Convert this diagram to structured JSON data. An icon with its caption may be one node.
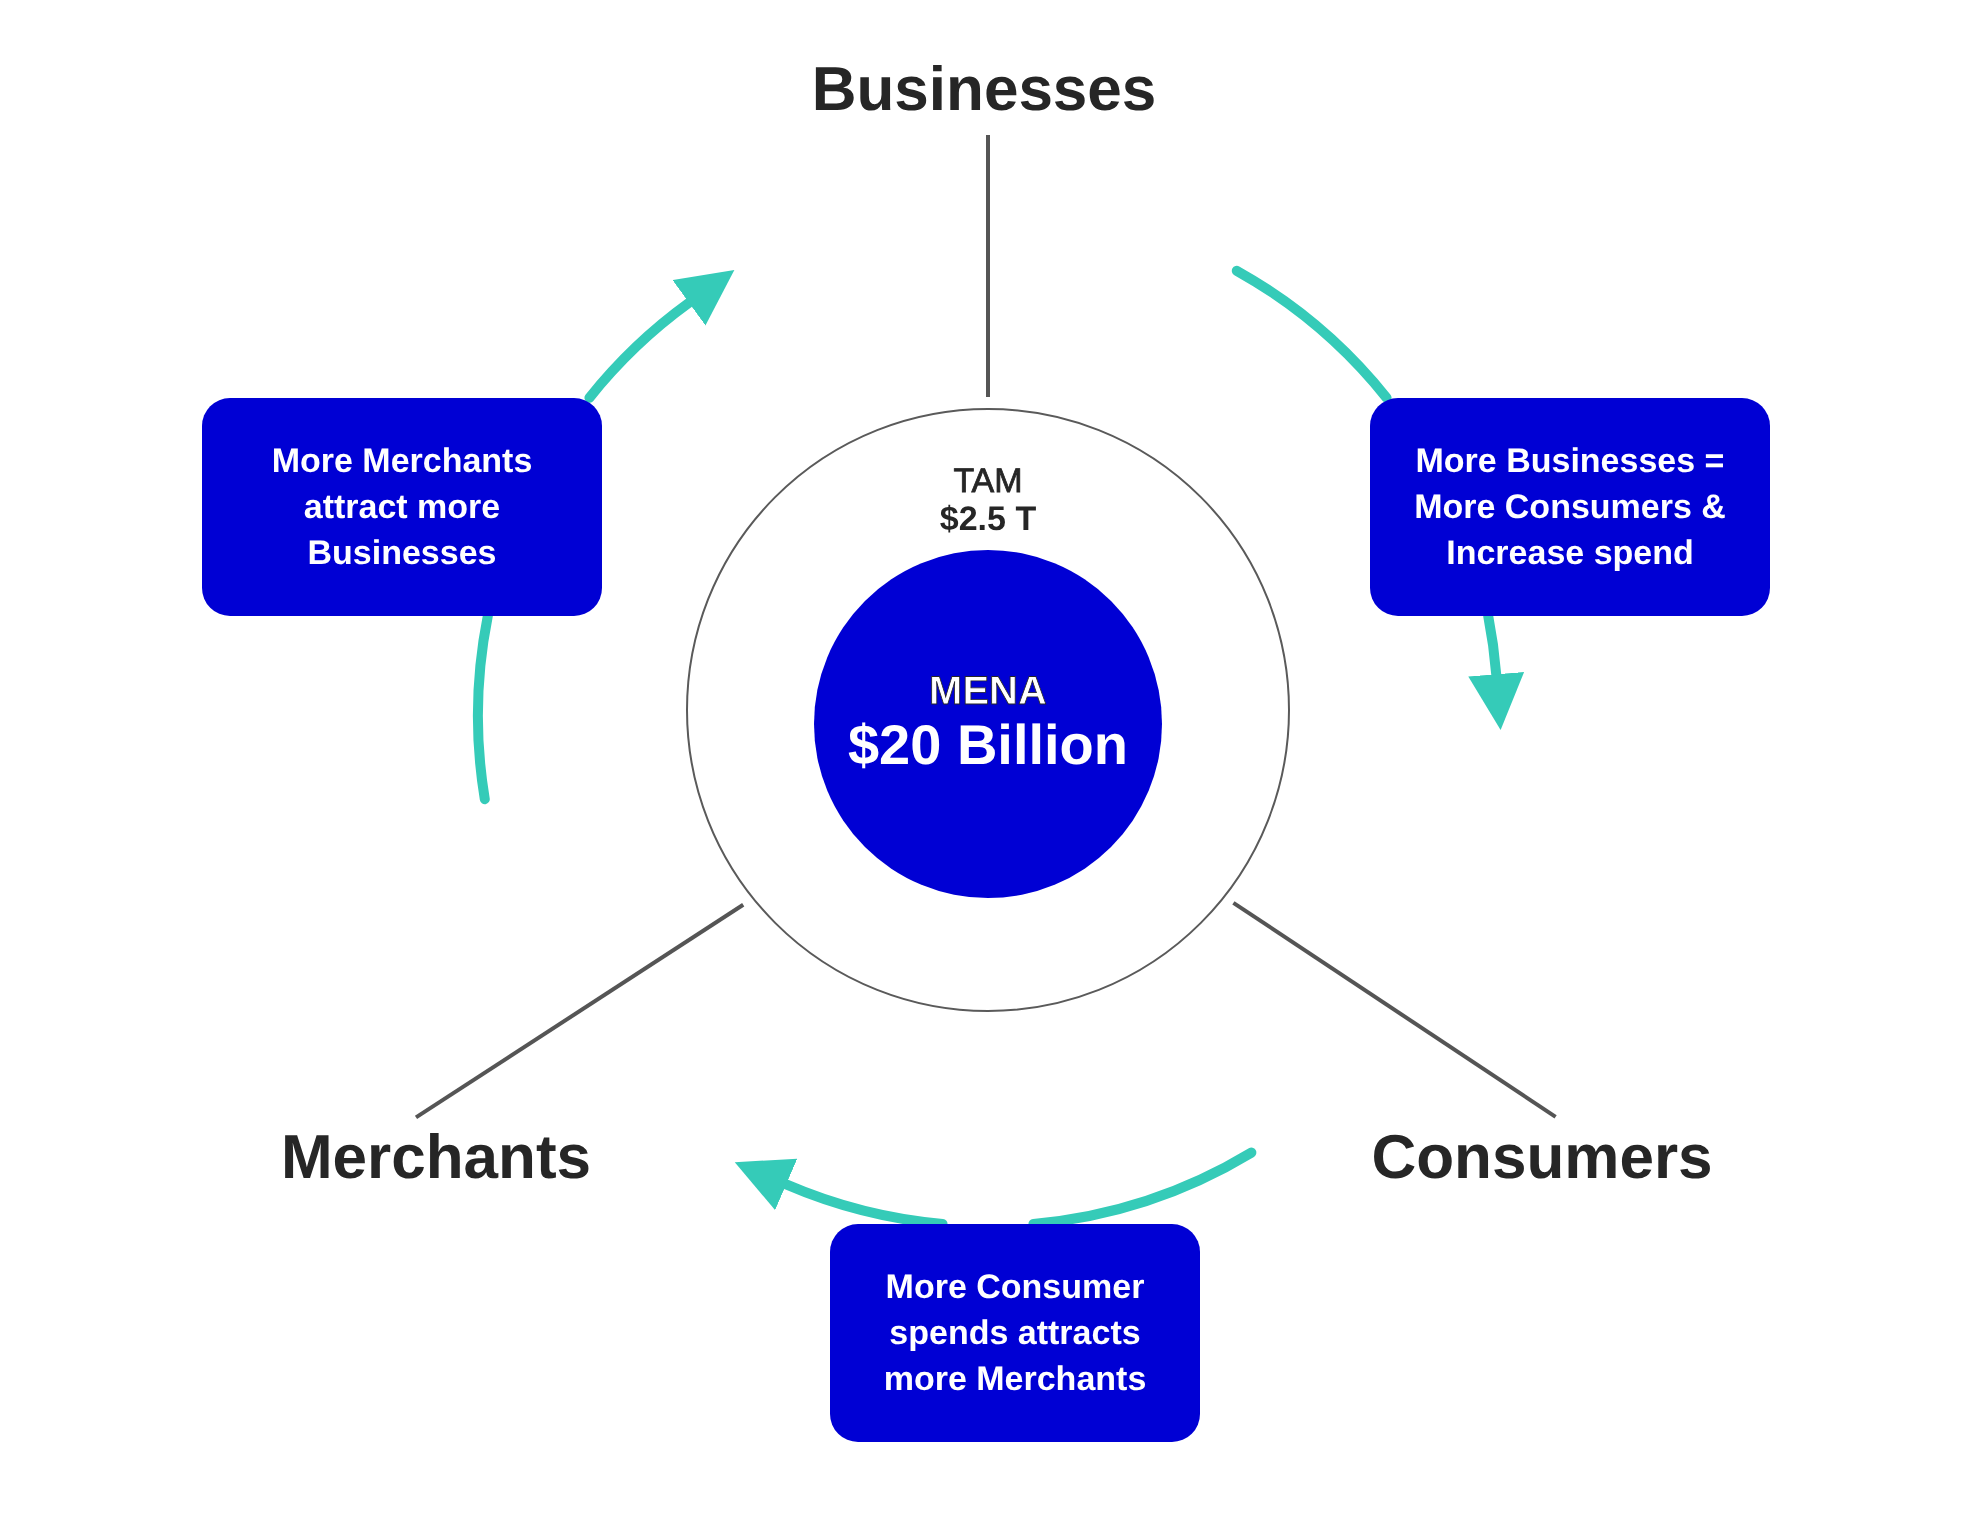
{
  "diagram": {
    "nodes": [
      {
        "text": [
          "Businesses"
        ]
      },
      {
        "text": [
          "More Merchants attract more Businesses"
        ]
      },
      {
        "text": [
          "More Businesses = More Consumers & Increase spend"
        ]
      },
      {
        "text": [
          "TAM",
          "$2.5 T"
        ]
      },
      {
        "text": [
          "MENA",
          "$20 Billion"
        ],
        "in": 3
      },
      {
        "text": [
          "Merchants"
        ]
      },
      {
        "text": [
          "Consumers"
        ]
      },
      {
        "text": [
          "More Consumer spends attracts more Merchants"
        ]
      }
    ],
    "edges": [
      {
        "from": 3,
        "to": 0,
        "arrow": "none",
        "color": "#555555"
      },
      {
        "from": null,
        "to": 2,
        "arrow": "none"
      },
      {
        "from": 2,
        "to": null,
        "arrow": "to"
      },
      {
        "from": null,
        "to": 1,
        "arrow": "none"
      },
      {
        "from": 1,
        "to": null,
        "arrow": "to"
      },
      {
        "from": 3,
        "to": 5,
        "arrow": "none",
        "color": "#555555"
      },
      {
        "from": 3,
        "to": 6,
        "arrow": "none",
        "color": "#555555"
      },
      {
        "from": null,
        "to": 7,
        "arrow": "none"
      },
      {
        "from": 7,
        "to": null,
        "arrow": "to"
      }
    ]
  }
}
